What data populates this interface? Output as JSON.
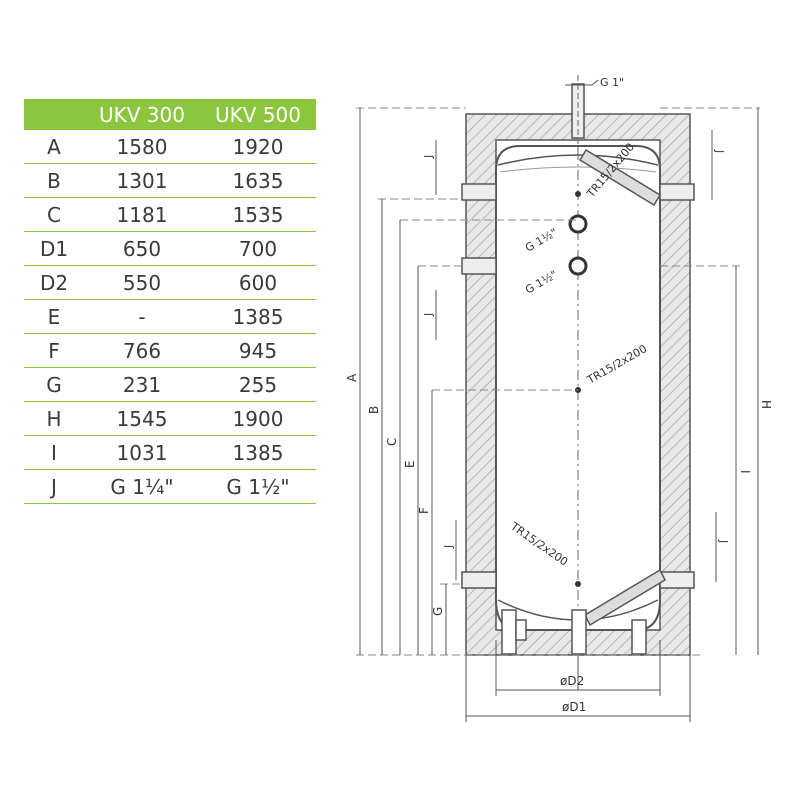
{
  "table": {
    "headers": [
      "",
      "UKV 300",
      "UKV 500"
    ],
    "rows": [
      [
        "A",
        "1580",
        "1920"
      ],
      [
        "B",
        "1301",
        "1635"
      ],
      [
        "C",
        "1181",
        "1535"
      ],
      [
        "D1",
        "650",
        "700"
      ],
      [
        "D2",
        "550",
        "600"
      ],
      [
        "E",
        "-",
        "1385"
      ],
      [
        "F",
        "766",
        "945"
      ],
      [
        "G",
        "231",
        "255"
      ],
      [
        "H",
        "1545",
        "1900"
      ],
      [
        "I",
        "1031",
        "1385"
      ],
      [
        "J",
        "G 1¼\"",
        "G 1½\""
      ]
    ]
  },
  "drawing": {
    "top_connection": "G 1\"",
    "sensor_1": "G 1½\"",
    "sensor_2": "G 1½\"",
    "tr_upper": "TR15/2x200",
    "tr_middle": "TR15/2x200",
    "tr_lower": "TR15/2x200",
    "dim_a": "A",
    "dim_b": "B",
    "dim_c": "C",
    "dim_e": "E",
    "dim_f": "F",
    "dim_g": "G",
    "dim_h": "H",
    "dim_i": "I",
    "dim_j": "J",
    "dim_d2": "øD2",
    "dim_d1": "øD1"
  },
  "colors": {
    "accent": "#8cc63e",
    "line": "#555555",
    "hatch": "#888888"
  }
}
